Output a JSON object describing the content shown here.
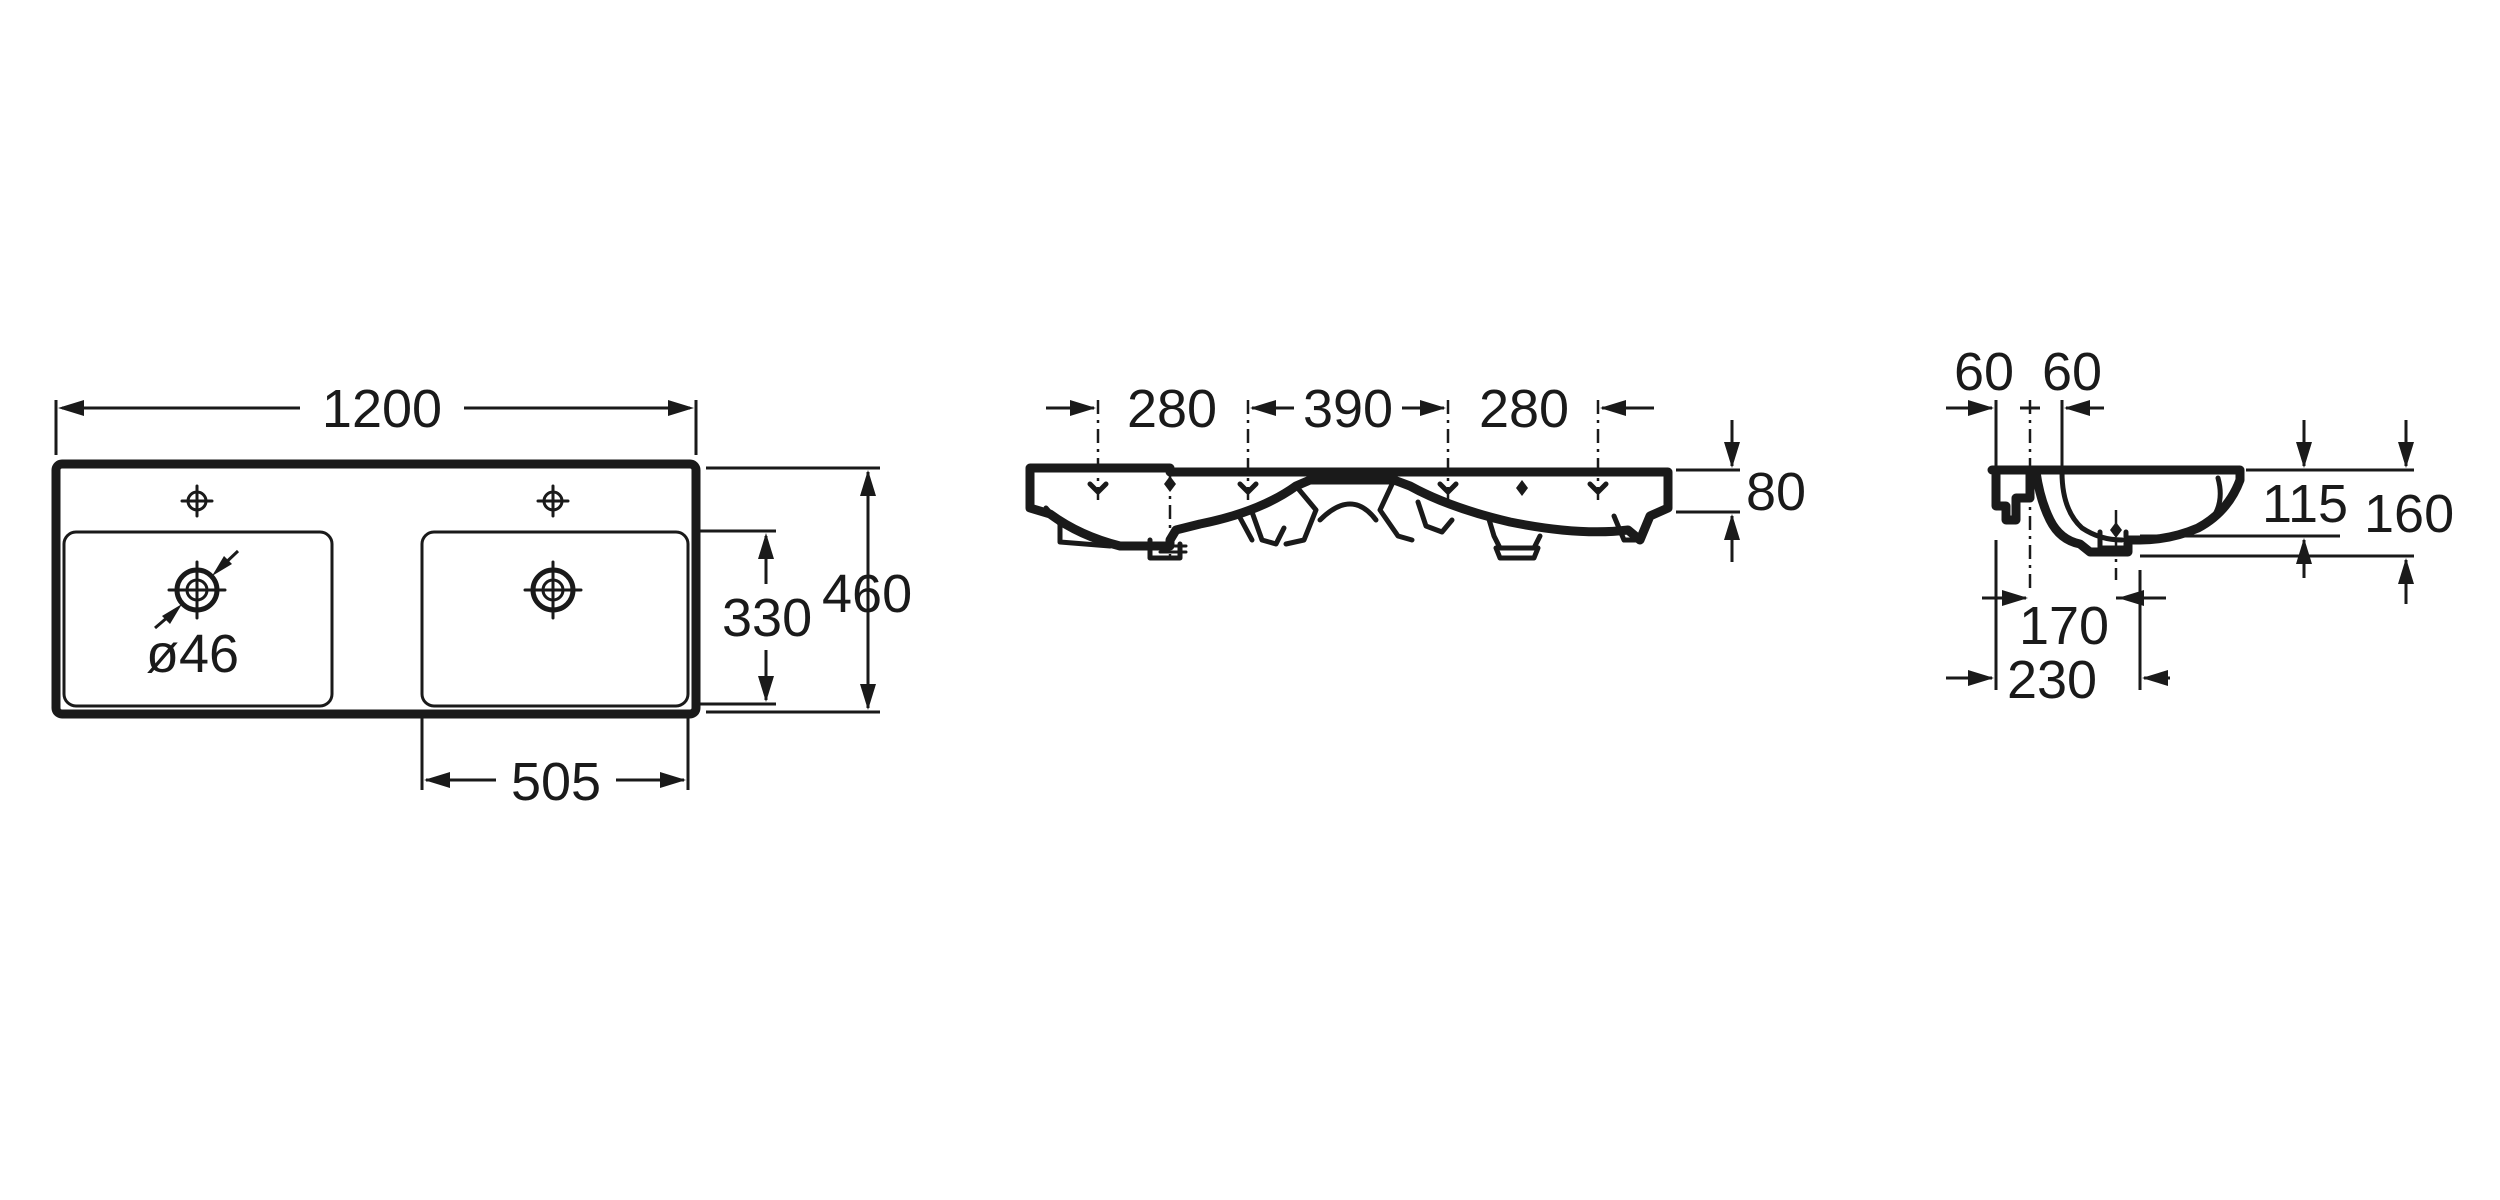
{
  "top_view": {
    "dim_width": "1200",
    "dim_depth": "460",
    "dim_bowl_depth": "330",
    "dim_bowl_width": "505",
    "dim_tap_hole": "ø46"
  },
  "front_view": {
    "dim_left": "280",
    "dim_middle": "390",
    "dim_right": "280",
    "dim_height": "80"
  },
  "side_view": {
    "dim_top_left": "60",
    "dim_top_right": "60",
    "dim_inner_height": "115",
    "dim_total_height": "160",
    "dim_bottom_inner": "170",
    "dim_bottom_outer": "230"
  }
}
